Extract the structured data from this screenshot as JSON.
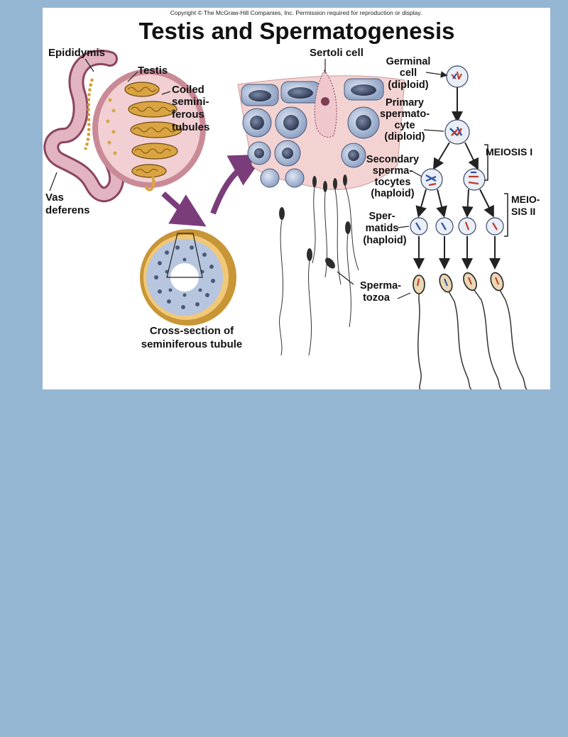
{
  "copyright": "Copyright © The McGraw-Hill Companies, Inc. Permission required for reproduction or display.",
  "title": "Testis and Spermatogenesis",
  "labels": {
    "epididymis": "Epididymis",
    "testis": "Testis",
    "coiled": [
      "Coiled",
      "semini-",
      "ferous",
      "tubules"
    ],
    "vas_deferens": [
      "Vas",
      "deferens"
    ],
    "cross_section": [
      "Cross-section of",
      "seminiferous tubule"
    ],
    "sertoli_cell": "Sertoli cell",
    "germinal_cell": [
      "Germinal",
      "cell",
      "(diploid)"
    ],
    "primary_spermatocyte": [
      "Primary",
      "spermato-",
      "cyte",
      "(diploid)"
    ],
    "secondary_spermatocytes": [
      "Secondary",
      "sperma-",
      "tocytes",
      "(haploid)"
    ],
    "spermatids": [
      "Sper-",
      "matids",
      "(haploid)"
    ],
    "spermatozoa": [
      "Sperma-",
      "tozoa"
    ],
    "meiosis_1": "MEIOSIS I",
    "meiosis_2": [
      "MEIO-",
      "SIS II"
    ]
  },
  "colors": {
    "page_background": "#95b6d2",
    "figure_background": "#ffffff",
    "tissue_pink": "#f3d3d2",
    "tubule_gold": "#d9a441",
    "cell_blue": "#aebdd6",
    "nucleus_dark": "#3e4a66",
    "arrow_purple": "#7a3d7a",
    "chromosome_red": "#c0392b",
    "chromosome_blue": "#2c4fa0"
  }
}
